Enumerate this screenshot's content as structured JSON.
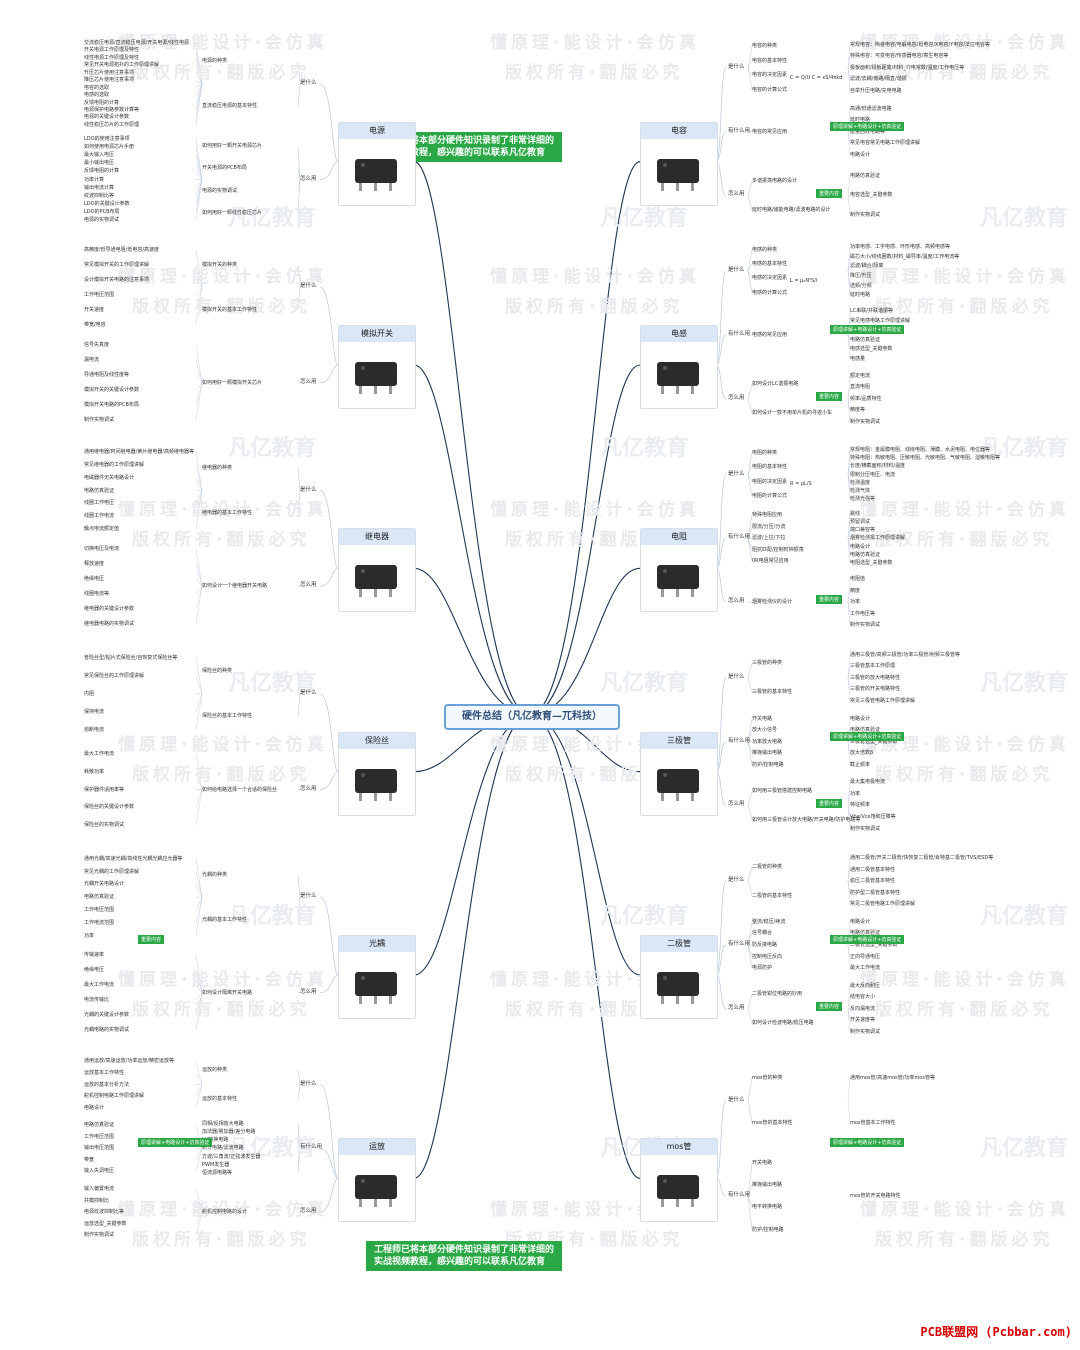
{
  "title": "硬件总结（凡亿教育—兀科技）",
  "watermark": {
    "line1": "懂原理·能设计·会仿真",
    "line2": "版权所有·翻版必究",
    "brand": "凡亿教育"
  },
  "banner_top": {
    "line1": "工程师已将本部分硬件知识录制了非常详细的",
    "line2": "实战视频教程，感兴趣的可以联系凡亿教育"
  },
  "banner_bottom": {
    "line1": "工程师已将本部分硬件知识录制了非常详细的",
    "line2": "实战视频教程，感兴趣的可以联系凡亿教育"
  },
  "footer": "PCB联盟网 (Pcbbar.com)",
  "colors": {
    "line": "#1f3552",
    "tag": "#2aa845",
    "header": "#d9e7f7"
  },
  "left": [
    {
      "name": "电源",
      "groups": [
        {
          "label": "是什么",
          "items": [
            "电源的种类",
            "直流稳压电源的基本特性"
          ]
        },
        {
          "label": "怎么用",
          "items": [
            "如何用好一颗开关电源芯片",
            "开关电源的PCB布局",
            "电源的实物调试",
            "如何用好一颗线性稳压芯片"
          ]
        }
      ],
      "leaves": [
        "交流稳压电源/直流稳压电源/开关电源/线性电源",
        "开关电源工作原理及特性",
        "线性电源工作原理及特性",
        "常见开关电源拓扑的工作原理讲解",
        "升压芯片使用注意事项",
        "降压芯片使用注意事项",
        "电容的选取",
        "电感的选取",
        "反馈电阻的计算",
        "电源保护电路参数计算等",
        "电源的关键设计参数",
        "线性稳压芯片的工作原理",
        "LDO的使用注意事项",
        "如何使用电源芯片手册",
        "最大输入电压",
        "最小输出电压",
        "反馈电阻的计算",
        "功率计算",
        "输出电流计算",
        "纹波抑制比等",
        "LDO的关键设计参数",
        "LDO的PCB布局",
        "电源的实物调试"
      ]
    },
    {
      "name": "模拟开关",
      "groups": [
        {
          "label": "是什么",
          "items": [
            "模拟开关的种类",
            "模拟开关的基本工作特性"
          ]
        },
        {
          "label": "怎么用",
          "items": [
            "如何用好一颗模拟开关芯片"
          ]
        }
      ],
      "leaves": [
        "高精度/低导通电阻/低电容/高速度",
        "常见模拟开关的工作原理讲解",
        "设计模拟开关电路的注意事项",
        "工作电压范围",
        "开关速度",
        "带宽/电容",
        "信号失真度",
        "漏电流",
        "导通电阻及线性度等",
        "模拟开关的关键设计参数",
        "模拟开关电路的PCB布局",
        "制作实物调试"
      ]
    },
    {
      "name": "继电器",
      "groups": [
        {
          "label": "是什么",
          "items": [
            "继电器的种类",
            "继电器的基本工作特性"
          ]
        },
        {
          "label": "怎么用",
          "items": [
            "如何设计一个继电器开关电路"
          ]
        }
      ],
      "leaves": [
        "通用继电器/时间继电器/簧片继电器/高频继电器等",
        "常见继电器的工作原理讲解",
        "电磁器件无关电路设计",
        "电路仿真验证",
        "线圈工作电压",
        "线圈工作电流",
        "触点电流额定值",
        "切换电压及电流",
        "释放速度",
        "绝缘电压",
        "线圈电流等",
        "继电器的关键设计参数",
        "继电器电路的实物调试"
      ]
    },
    {
      "name": "保险丝",
      "groups": [
        {
          "label": "是什么",
          "items": [
            "保险丝的种类",
            "保险丝的基本工作特性"
          ]
        },
        {
          "label": "怎么用",
          "items": [
            "如何给电路选择一个合适的保险丝"
          ]
        }
      ],
      "leaves": [
        "普险丝型/贴片式保险丝/自恢复式保险丝等",
        "常见保险丝的工作原理讲解",
        "内阻",
        "保持电流",
        "熔断电流",
        "最大工作电流",
        "耗散功率",
        "保护器件适用率等",
        "保险丝的关键设计参数",
        "保险丝的实物调试"
      ]
    },
    {
      "name": "光耦",
      "groups": [
        {
          "label": "是什么",
          "items": [
            "光耦的种类",
            "光耦的基本工作特性"
          ]
        },
        {
          "label": "怎么用",
          "items": [
            "如何设计隔离开关电路"
          ]
        }
      ],
      "leaves": [
        "通用光耦/高速光耦/高线性光耦光耦应允器等",
        "常见光耦的工作原理讲解",
        "光耦开关电路设计",
        "电路仿真验证",
        "工作电压范围",
        "工作电流范围",
        "功率",
        "传输速率",
        "绝缘电压",
        "最大工作电流",
        "电流传输比",
        "光耦的关键设计参数",
        "光耦电路的实物调试"
      ],
      "tag": "重要内容"
    },
    {
      "name": "运放",
      "groups": [
        {
          "label": "是什么",
          "items": [
            "运放的种类",
            "运放的基本特性"
          ]
        },
        {
          "label": "有什么用",
          "items": [
            "同相/反相放大电路",
            "加法器/累加器/差分电路",
            "I-V转换电路",
            "积分电路/滤波电路",
            "方波/三角波/正弦波发生器",
            "PWM发生器",
            "恒流源电路等"
          ]
        },
        {
          "label": "怎么用",
          "items": [
            "舵机控制电路的设计"
          ]
        }
      ],
      "leaves": [
        "通用运放/高速运放/功率运放/精密运放等",
        "运放基本工作特性",
        "运放的基本分析方法",
        "舵机控制电路工作原理讲解",
        "电路设计",
        "电路仿真验证",
        "工作电压范围",
        "输出电压范围",
        "带宽",
        "输入失调电压",
        "输入偏置电流",
        "共模抑制比",
        "电源纹波抑制比等",
        "运放选型_关键参数",
        "制作实物调试"
      ],
      "tag": "原理讲解+电路设计+仿真验证"
    }
  ],
  "right": [
    {
      "name": "电容",
      "groups": [
        {
          "label": "是什么",
          "items": [
            "电容的种类",
            "电容的基本特性",
            "电容的决定因素",
            "电容的计算公式"
          ]
        },
        {
          "label": "有什么用",
          "items": [
            "电容的常见应用"
          ]
        },
        {
          "label": "怎么用",
          "items": [
            "多谐振荡电路的设计",
            "延时电路/储能电路/滤波电路的设计"
          ]
        }
      ],
      "leaves": [
        "常规电容：陶瓷电容/电解电容/钽电容/X电容/Y电容/法拉电容等",
        "特殊电容：可变电容/传感器电容/寄生电容等",
        "极板面积/极板距离/材料_介电常数/温度/工作电压等",
        "滤波/去耦/旁路/隔直/谐振",
        "自举升压电路/充电电路",
        "高通/低通滤波电路",
        "延时电路",
        "能量回收电路等",
        "常见电容常见电路工作原理讲解",
        "电路设计",
        "电路仿真验证",
        "电容选型_关键参数",
        "制作实物调试"
      ],
      "formula": "C = Q/U    C = εS/4πkd",
      "tag": "原理讲解+电路设计+仿真验证",
      "tag2": "重要内容"
    },
    {
      "name": "电感",
      "groups": [
        {
          "label": "是什么",
          "items": [
            "电感的种类",
            "电感的基本特性",
            "电感的决定因素",
            "电感的计算公式"
          ]
        },
        {
          "label": "有什么用",
          "items": [
            "电感的常见应用"
          ]
        },
        {
          "label": "怎么用",
          "items": [
            "如何设计LC谐振电路",
            "如何设计一款不用单片机的寻迹小车"
          ]
        }
      ],
      "leaves": [
        "功率电感、工字电感、环形电感、高频电感等",
        "磁芯大小/绕线圈数/材料_磁导率/温度/工作电流等",
        "滤波/耦合/隔离",
        "降压/升压",
        "选频/分频",
        "延时电路",
        "LC串联/并联谐振等",
        "常见电感电路工作原理讲解",
        "电路设计",
        "电路仿真验证",
        "电感选型_关键参数",
        "电感量",
        "额定电流",
        "直流电阻",
        "频率/品质特性",
        "精度等",
        "制作实物调试"
      ],
      "formula": "L = μ₀N²S/l",
      "tag": "原理讲解+电路设计+仿真验证",
      "tag2": "重要内容"
    },
    {
      "name": "电阻",
      "groups": [
        {
          "label": "是什么",
          "items": [
            "电阻的种类",
            "电阻的基本特性",
            "电阻的决定因素",
            "电阻的计算公式"
          ]
        },
        {
          "label": "有什么用",
          "items": [
            "特殊电阻应用",
            "限流/分压/分流",
            "滤波/上拉/下拉",
            "阻抗匹配/控制时钟振荡",
            "0R电阻常见应用"
          ]
        },
        {
          "label": "怎么用",
          "items": [
            "烟雾检测仪的设计"
          ]
        }
      ],
      "leaves": [
        "常规电阻：金属膜电阻、线绕电阻、薄膜、水泥电阻、电位器等",
        "特殊电阻：热敏电阻、压敏电阻、光敏电阻、气敏电阻、湿敏电阻等",
        "长度/横截面积/材料/温度",
        "限制分压电压、电流",
        "检测温度",
        "检测气体",
        "检测光强等",
        "跳线",
        "预留调试",
        "端口兼容等",
        "烟雾检测报工作原理讲解",
        "电路设计",
        "电路仿真验证",
        "电阻选型_关键参数",
        "电阻值",
        "精度",
        "功率",
        "工作电压等",
        "制作实物调试"
      ],
      "formula": "R = ρL/S",
      "tag2": "重要内容"
    },
    {
      "name": "三极管",
      "groups": [
        {
          "label": "是什么",
          "items": [
            "三极管的种类",
            "三极管的基本特性"
          ]
        },
        {
          "label": "有什么用",
          "items": [
            "开关电路",
            "放大小信号",
            "功率放大电路",
            "推挽输出电路",
            "防护/控制电路"
          ]
        },
        {
          "label": "怎么用",
          "items": [
            "如何用三极管搭建控制电路",
            "如何用三极管设计放大电路/开关电路/防护电路等"
          ]
        }
      ],
      "leaves": [
        "通用三极管/高频三极管/功率三极管/射频三极管等",
        "三极管基本工作原理",
        "三极管的放大电路特性",
        "三极管的开关电路特性",
        "常见三极管电路工作原理讲解",
        "电路设计",
        "电路仿真验证",
        "三极管选型_关键参数",
        "放大倍数β",
        "截止频率",
        "最大集电极电流",
        "功率",
        "特征频率",
        "Vbe/Vce饱和压降等",
        "制作实物调试"
      ],
      "tag": "原理讲解+电路设计+仿真验证",
      "tag2": "重要内容"
    },
    {
      "name": "二极管",
      "groups": [
        {
          "label": "是什么",
          "items": [
            "二极管的种类",
            "二极管的基本特性"
          ]
        },
        {
          "label": "有什么用",
          "items": [
            "整流/稳压/续流",
            "信号耦合",
            "防反接电路",
            "控制电压反向",
            "电源防护"
          ]
        },
        {
          "label": "怎么用",
          "items": [
            "二极管钳位电路的妙用",
            "如何设计检波电路/稳压电路"
          ]
        }
      ],
      "leaves": [
        "通用二极管/开关二极管/快恢复二极管/肖特基二极管/TVS/ESD等",
        "通用二极管基本特性",
        "稳压二极管基本特性",
        "防护型二极管基本特性",
        "常见二极管电路工作原理讲解",
        "电路设计",
        "电路仿真验证",
        "二极管选型_关键参数",
        "正向导通电压",
        "最大工作电流",
        "最大反向耐压",
        "结电容大小",
        "反向漏电流",
        "开关速度等",
        "制作实物调试"
      ],
      "tag": "原理讲解+电路设计+仿真验证",
      "tag2": "重要内容"
    },
    {
      "name": "mos管",
      "groups": [
        {
          "label": "是什么",
          "items": [
            "mos管的种类",
            "mos管的基本特性"
          ]
        },
        {
          "label": "有什么用",
          "items": [
            "开关电路",
            "推挽输出电路",
            "电平转换电路",
            "防护/控制电路"
          ]
        }
      ],
      "leaves": [
        "通用mos管/高速mos管/功率mos管等",
        "mos管基本工作特性",
        "mos管的开关电路特性"
      ],
      "tag": "原理讲解+电路设计+仿真验证"
    }
  ]
}
